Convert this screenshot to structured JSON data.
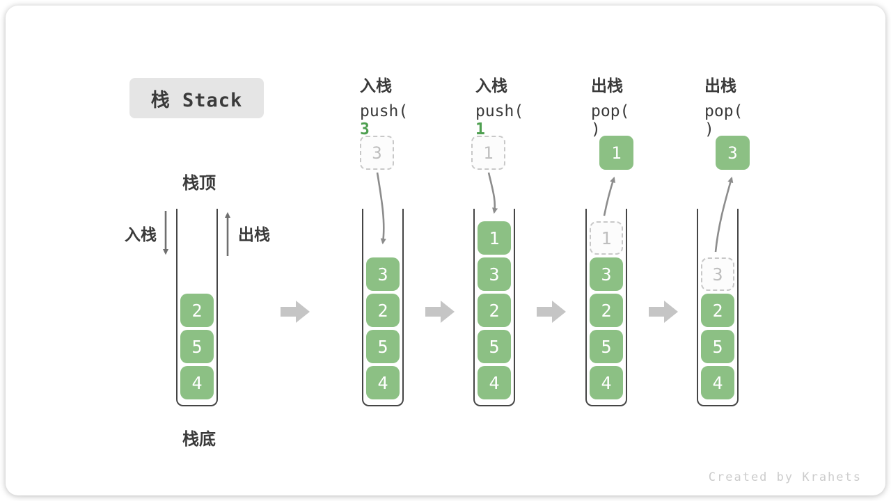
{
  "title": {
    "label": "栈 Stack"
  },
  "first_stack": {
    "top_label": "栈顶",
    "bottom_label": "栈底",
    "push_label": "入栈",
    "pop_label": "出栈"
  },
  "operations": [
    {
      "action_label": "入栈",
      "code": {
        "prefix": "push(",
        "arg": "3",
        "suffix": ")"
      },
      "operand": {
        "value": "3",
        "style": "ghost"
      }
    },
    {
      "action_label": "入栈",
      "code": {
        "prefix": "push(",
        "arg": "1",
        "suffix": ")"
      },
      "operand": {
        "value": "1",
        "style": "ghost"
      }
    },
    {
      "action_label": "出栈",
      "code": {
        "prefix": "pop(",
        "arg": "",
        "suffix": ")"
      },
      "operand": {
        "value": "1",
        "style": "solid"
      }
    },
    {
      "action_label": "出栈",
      "code": {
        "prefix": "pop(",
        "arg": "",
        "suffix": ")"
      },
      "operand": {
        "value": "3",
        "style": "solid"
      }
    }
  ],
  "stacks": [
    {
      "label": "initial",
      "items": [
        {
          "value": "4"
        },
        {
          "value": "5"
        },
        {
          "value": "2"
        }
      ]
    },
    {
      "label": "after-push-3",
      "items": [
        {
          "value": "4"
        },
        {
          "value": "5"
        },
        {
          "value": "2"
        },
        {
          "value": "3"
        }
      ]
    },
    {
      "label": "after-push-1",
      "items": [
        {
          "value": "4"
        },
        {
          "value": "5"
        },
        {
          "value": "2"
        },
        {
          "value": "3"
        },
        {
          "value": "1"
        }
      ]
    },
    {
      "label": "after-pop-1",
      "items": [
        {
          "value": "4"
        },
        {
          "value": "5"
        },
        {
          "value": "2"
        },
        {
          "value": "3"
        },
        {
          "value": "1",
          "ghost": true
        }
      ]
    },
    {
      "label": "after-pop-3",
      "items": [
        {
          "value": "4"
        },
        {
          "value": "5"
        },
        {
          "value": "2"
        },
        {
          "value": "3",
          "ghost": true
        }
      ]
    }
  ],
  "meta": {
    "watermark": "Created by Krahets"
  },
  "colors": {
    "item_green": "#8CC084",
    "code_arg_green": "#4E9F50",
    "text_dark": "#3A3A3A",
    "title_bg": "#E5E5E5",
    "wall": "#454545",
    "flow_arrow": "#8C8C8C",
    "side_arrow": "#6F6F6F",
    "block_arrow": "#C5C5C5",
    "ghost_border": "#C8C8C8",
    "ghost_text": "#BEBEBE",
    "watermark": "#CCCCCC"
  }
}
